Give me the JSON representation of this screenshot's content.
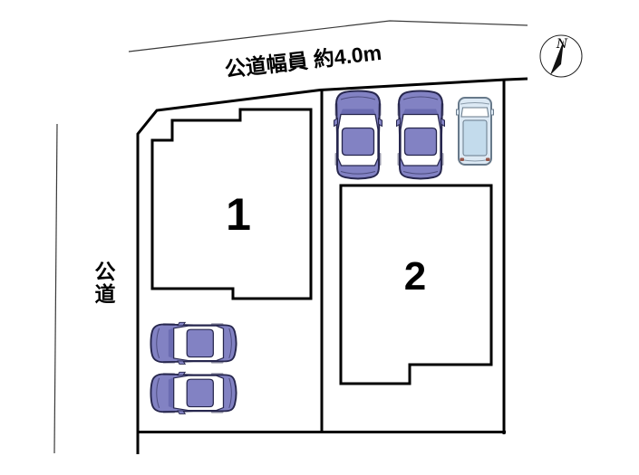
{
  "diagram": {
    "type": "residential-lot-plan",
    "background": "#ffffff"
  },
  "road": {
    "top_label": "公道幅員 約4.0m",
    "left_label": "公道"
  },
  "lots": [
    {
      "number": "1"
    },
    {
      "number": "2"
    }
  ],
  "compass": {
    "label": "N"
  },
  "vehicles": [
    {
      "id": "sedan-top-1",
      "type": "sedan",
      "body_color": "purple",
      "facing": "up"
    },
    {
      "id": "sedan-top-2",
      "type": "sedan",
      "body_color": "purple",
      "facing": "up"
    },
    {
      "id": "wagon-top",
      "type": "wagon",
      "body_color": "light-blue",
      "facing": "up"
    },
    {
      "id": "sedan-bottom-1",
      "type": "sedan",
      "body_color": "purple",
      "facing": "left"
    },
    {
      "id": "sedan-bottom-2",
      "type": "sedan",
      "body_color": "purple",
      "facing": "left"
    }
  ],
  "colors": {
    "car_body": "#8282c3",
    "car_dark": "#6b6cb2",
    "car_outline": "#27274e",
    "van_body": "#dce9f4",
    "van_inner": "#c3dbec",
    "van_outline": "#67798a",
    "van_taillight": "#96564a",
    "boundary": "#000000",
    "frame": "#3a3a3a"
  }
}
